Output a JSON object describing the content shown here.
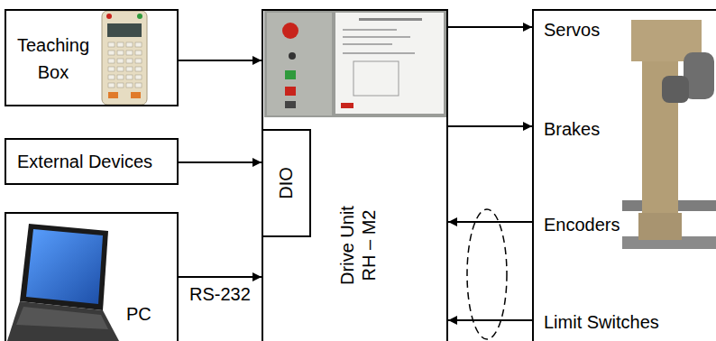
{
  "diagram": {
    "nodes": [
      {
        "text": [
          "Teaching Box"
        ]
      },
      {
        "text": [
          "External Devices"
        ]
      },
      {
        "text": [
          "PC"
        ]
      },
      {
        "text": [
          "Drive Unit RH – M2"
        ]
      },
      {
        "text": [
          "DIO"
        ],
        "in": 3
      },
      {
        "text": [
          "Servos",
          "Brakes",
          "Encoders",
          "Limit Switches"
        ]
      }
    ],
    "edges": [
      {
        "from": 0,
        "to": 3,
        "arrow": "to"
      },
      {
        "from": 1,
        "to": 4,
        "arrow": "to"
      },
      {
        "from": 2,
        "to": 3,
        "label": "RS-232",
        "arrow": "to"
      },
      {
        "from": 3,
        "to": 5,
        "arrow": "to"
      },
      {
        "from": 3,
        "to": 5,
        "arrow": "to"
      },
      {
        "from": 5,
        "to": 3,
        "arrow": "to"
      },
      {
        "from": 5,
        "to": 3,
        "arrow": "to"
      }
    ]
  }
}
